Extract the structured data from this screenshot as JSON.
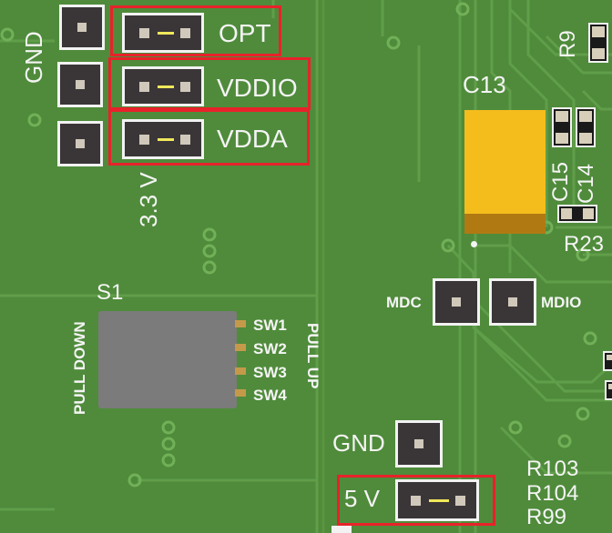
{
  "labels": {
    "gnd_top": "GND",
    "three_v3": "3.3 V",
    "opt": "OPT",
    "vddio": "VDDIO",
    "vdda": "VDDA",
    "c13": "C13",
    "r9": "R9",
    "c15": "C15",
    "c14": "C14",
    "r23": "R23",
    "s1": "S1",
    "pull_down": "PULL DOWN",
    "pull_up": "PULL UP",
    "sw1": "SW1",
    "sw2": "SW2",
    "sw3": "SW3",
    "sw4": "SW4",
    "mdc": "MDC",
    "mdio": "MDIO",
    "gnd_bottom": "GND",
    "five_v": "5 V",
    "r103": "R103",
    "r104": "R104",
    "r99": "R99"
  },
  "colors": {
    "board": "#4f8b3b",
    "trace": "#5e9c48",
    "silkscreen": "#f4f4f4",
    "highlight": "#e8222a",
    "capacitor": "#f5bd1c",
    "jumper_bar": "#f0e85a"
  }
}
